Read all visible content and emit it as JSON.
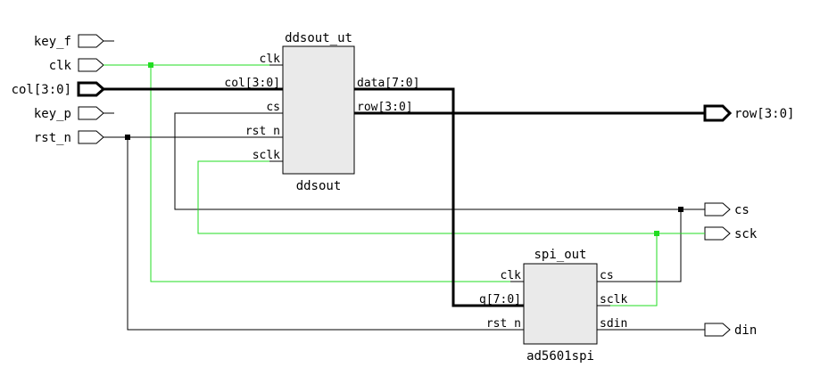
{
  "inputs": {
    "key_f": "key_f",
    "clk": "clk",
    "col": "col[3:0]",
    "key_p": "key_p",
    "rst_n": "rst_n"
  },
  "outputs": {
    "row": "row[3:0]",
    "cs": "cs",
    "sck": "sck",
    "din": "din"
  },
  "ddsout": {
    "instance": "ddsout_ut",
    "module": "ddsout",
    "pins": {
      "clk": "clk",
      "col": "col[3:0]",
      "cs": "cs",
      "rst_n": "rst_n",
      "sclk": "sclk",
      "data": "data[7:0]",
      "row": "row[3:0]"
    }
  },
  "spi": {
    "instance": "spi_out",
    "module": "ad5601spi",
    "pins": {
      "clk": "clk",
      "q": "q[7:0]",
      "rst_n": "rst_n",
      "cs": "cs",
      "sclk": "sclk",
      "sdin": "sdin"
    }
  },
  "colors": {
    "clock_net": "#22dd22",
    "wire": "#000000",
    "block_fill": "#eaeaea"
  }
}
